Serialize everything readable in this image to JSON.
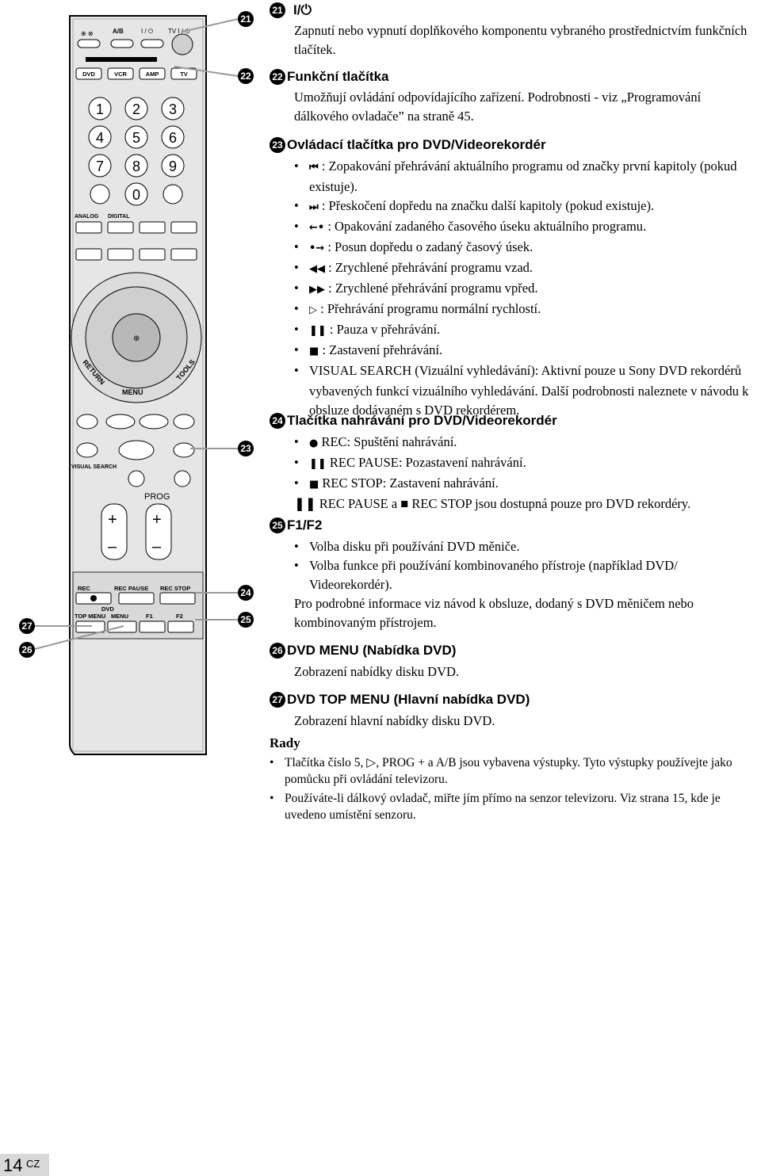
{
  "callouts": {
    "c21": "21",
    "c22": "22",
    "c23": "23",
    "c24": "24",
    "c25": "25",
    "c26": "26",
    "c27": "27"
  },
  "remote": {
    "ab": "A/B",
    "power": "I / ⏻",
    "tv_power": "TV I / ⏻",
    "modes": [
      "DVD",
      "VCR",
      "AMP",
      "TV"
    ],
    "digits": [
      "1",
      "2",
      "3",
      "4",
      "5",
      "6",
      "7",
      "8",
      "9",
      "0"
    ],
    "analog": "ANALOG",
    "digital": "DIGITAL",
    "return": "RETURN",
    "menu": "MENU",
    "tools": "TOOLS",
    "visual_search": "VISUAL SEARCH",
    "prog": "PROG",
    "rec": "REC",
    "rec_pause": "REC PAUSE",
    "rec_stop": "REC STOP",
    "dvd": "DVD",
    "top_menu": "TOP MENU",
    "menu_small": "MENU",
    "f1": "F1",
    "f2": "F2"
  },
  "s21": {
    "num": "21",
    "title": "I/⏻",
    "text": "Zapnutí nebo vypnutí doplňkového komponentu vybraného prostřednictvím funkčních tlačítek."
  },
  "s22": {
    "num": "22",
    "title": "Funkční tlačítka",
    "text": "Umožňují ovládání odpovídajícího zařízení. Podrobnosti - viz „Programování dálkového ovladače” na straně 45."
  },
  "s23": {
    "num": "23",
    "title": "Ovládací tlačítka pro DVD/Videorekordér",
    "items": [
      {
        "sym": "⏮",
        "text": " : Zopakování přehrávání aktuálního programu od značky první kapitoly (pokud existuje)."
      },
      {
        "sym": "⏭",
        "text": " : Přeskočení dopředu na značku další kapitoly (pokud existuje)."
      },
      {
        "sym": "←•",
        "text": " : Opakování zadaného časového úseku aktuálního programu."
      },
      {
        "sym": "•→",
        "text": " : Posun dopředu o zadaný časový úsek."
      },
      {
        "sym": "◀◀",
        "text": " : Zrychlené přehrávání programu vzad."
      },
      {
        "sym": "▶▶",
        "text": " : Zrychlené přehrávání programu vpřed."
      },
      {
        "sym": "▷",
        "text": " : Přehrávání programu normální rychlostí."
      },
      {
        "sym": "❚❚",
        "text": " : Pauza v přehrávání."
      },
      {
        "sym": "■",
        "text": " : Zastavení přehrávání."
      },
      {
        "sym": "",
        "text": "VISUAL SEARCH (Vizuální vyhledávání): Aktivní pouze u Sony DVD rekordérů vybavených funkcí vizuálního vyhledávání. Další podrobnosti naleznete v návodu k obsluze dodávaném s DVD rekordérem."
      }
    ]
  },
  "s24": {
    "num": "24",
    "title": "Tlačítka nahrávání pro DVD/Videorekordér",
    "items": [
      {
        "sym": "●",
        "text": " REC: Spuštění nahrávání."
      },
      {
        "sym": "❚❚",
        "text": " REC PAUSE: Pozastavení nahrávání."
      },
      {
        "sym": "■",
        "text": " REC STOP: Zastavení nahrávání."
      }
    ],
    "note": "❚❚ REC PAUSE a ■ REC STOP jsou dostupná pouze pro DVD rekordéry."
  },
  "s25": {
    "num": "25",
    "title": "F1/F2",
    "items": [
      {
        "sym": "",
        "text": "Volba disku při používání DVD měniče."
      },
      {
        "sym": "",
        "text": "Volba funkce při používání kombinovaného přístroje (například DVD/ Videorekordér)."
      }
    ],
    "note": "Pro podrobné informace viz návod k obsluze, dodaný s DVD měničem nebo kombinovaným přístrojem."
  },
  "s26": {
    "num": "26",
    "title": "DVD MENU (Nabídka DVD)",
    "text": "Zobrazení nabídky disku DVD."
  },
  "s27": {
    "num": "27",
    "title": "DVD TOP MENU (Hlavní nabídka DVD)",
    "text": "Zobrazení hlavní nabídky disku DVD."
  },
  "rady": {
    "title": "Rady",
    "items": [
      "Tlačítka číslo 5, ▷, PROG + a A/B jsou vybavena výstupky. Tyto výstupky používejte jako pomůcku při ovládání televizoru.",
      "Používáte-li dálkový ovladač, miřte jím přímo na senzor televizoru. Viz strana 15, kde je uvedeno umístění senzoru."
    ]
  },
  "footer": {
    "page": "14",
    "lang": "CZ"
  }
}
